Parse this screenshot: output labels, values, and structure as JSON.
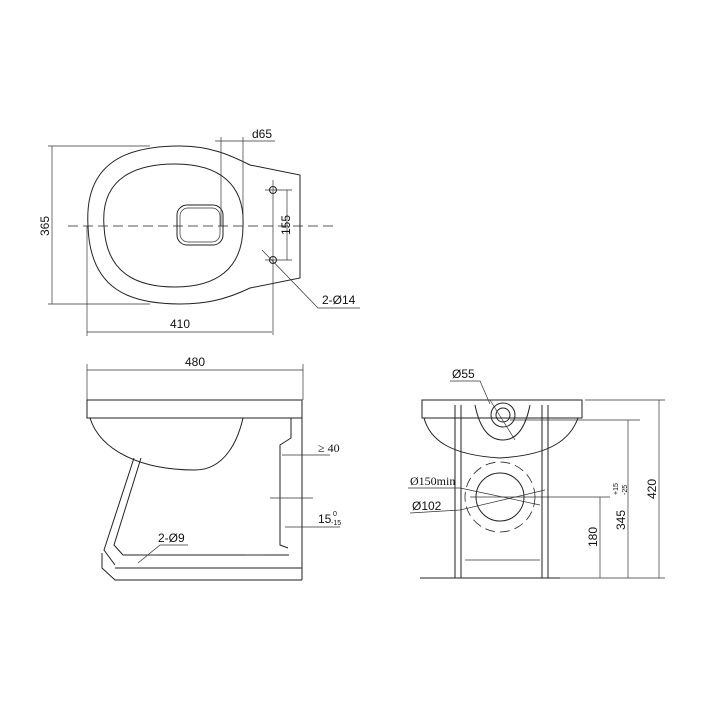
{
  "top_view": {
    "dim_width": "410",
    "dim_depth": "365",
    "dim_outlet": "d65",
    "dim_holes": "155",
    "holes": "2-Ø14"
  },
  "side_view": {
    "dim_length": "480",
    "dim_min": "≥ 40",
    "dim_offset": "15",
    "dim_offset_tol_upper": "0",
    "dim_offset_tol_lower": "-15",
    "floor_holes": "2-Ø9"
  },
  "front_view": {
    "inlet": "Ø55",
    "outlet_min": "Ø150min",
    "outlet": "Ø102",
    "dim_outlet_height": "180",
    "dim_inlet_height": "345",
    "dim_inlet_tol_upper": "+15",
    "dim_inlet_tol_lower": "-25",
    "dim_total_height": "420"
  }
}
